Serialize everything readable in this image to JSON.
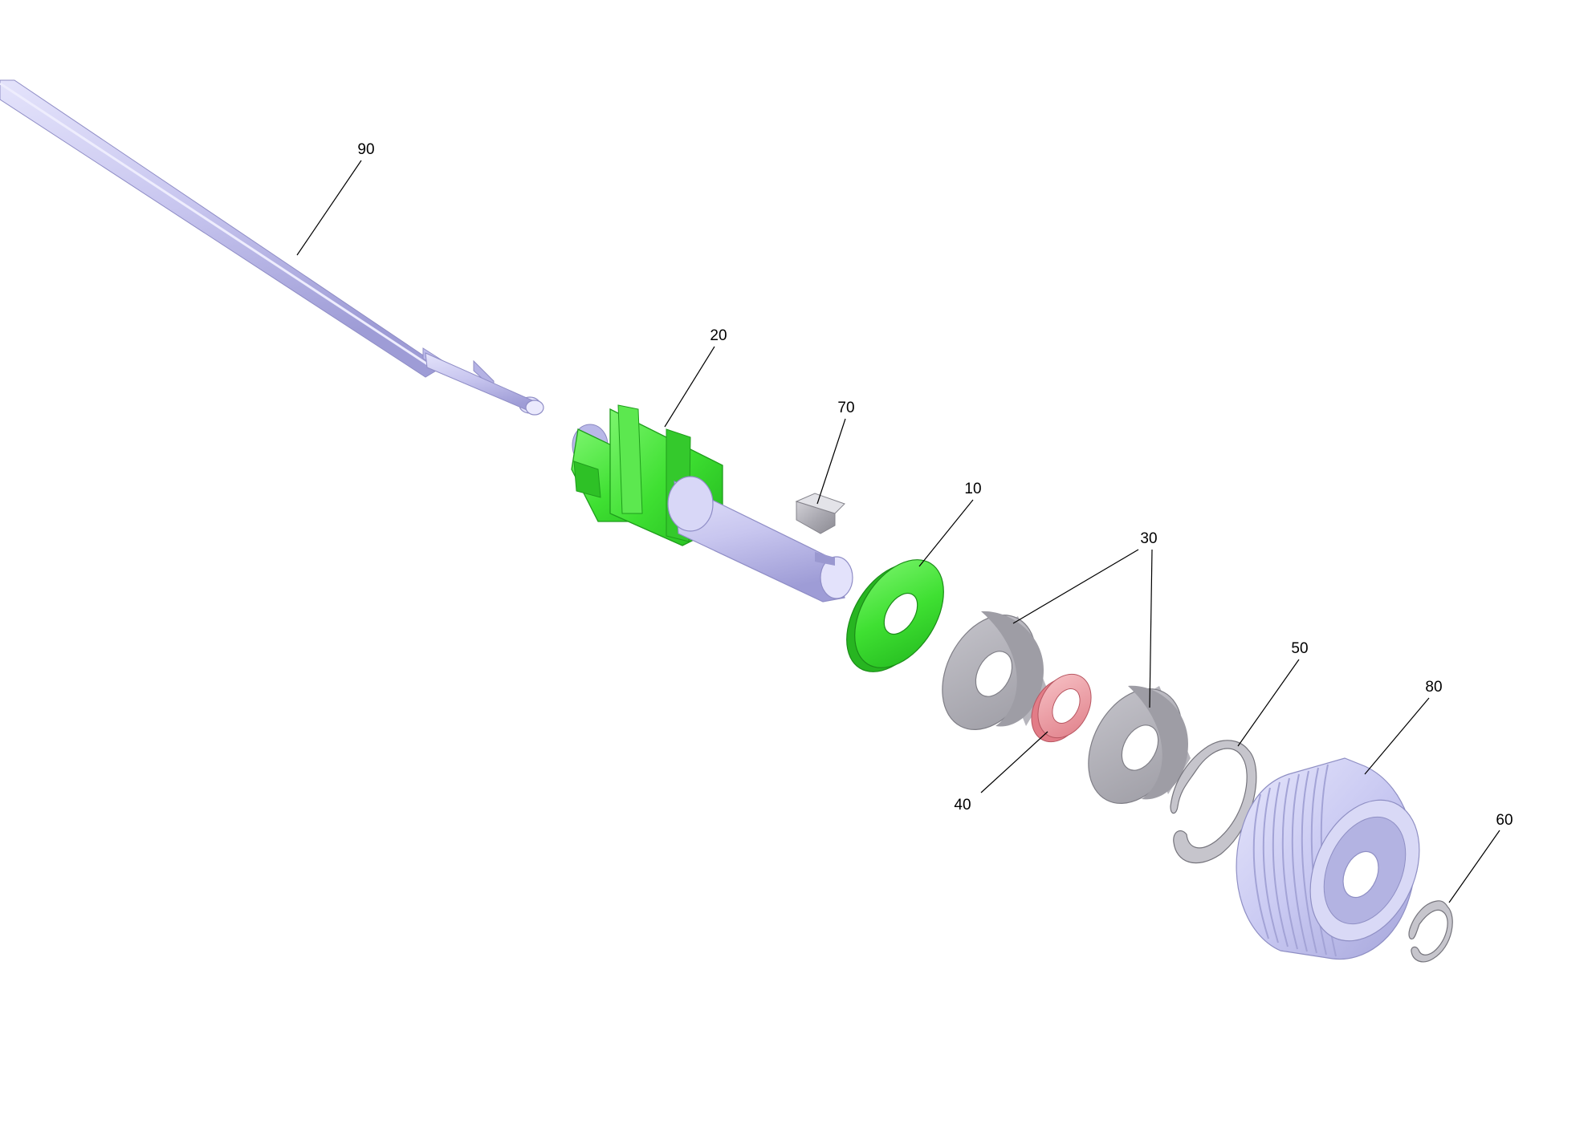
{
  "diagram": {
    "parts": [
      {
        "id": "90",
        "name": "shaft",
        "color": "#c9c7ee"
      },
      {
        "id": "20",
        "name": "rotor",
        "color": "#4be046"
      },
      {
        "id": "70",
        "name": "key",
        "color": "#cfcfd4"
      },
      {
        "id": "10",
        "name": "washer",
        "color": "#47e63b"
      },
      {
        "id": "30",
        "name": "bearing",
        "color": "#a9a8b0"
      },
      {
        "id": "40",
        "name": "spacer",
        "color": "#f0a0a8"
      },
      {
        "id": "50",
        "name": "retaining-ring",
        "color": "#9a9aa2"
      },
      {
        "id": "80",
        "name": "pulley",
        "color": "#c8c8f2"
      },
      {
        "id": "60",
        "name": "circlip",
        "color": "#9a9aa2"
      }
    ],
    "labels": {
      "p90": "90",
      "p20": "20",
      "p70": "70",
      "p10": "10",
      "p30": "30",
      "p40": "40",
      "p50": "50",
      "p80": "80",
      "p60": "60"
    }
  }
}
